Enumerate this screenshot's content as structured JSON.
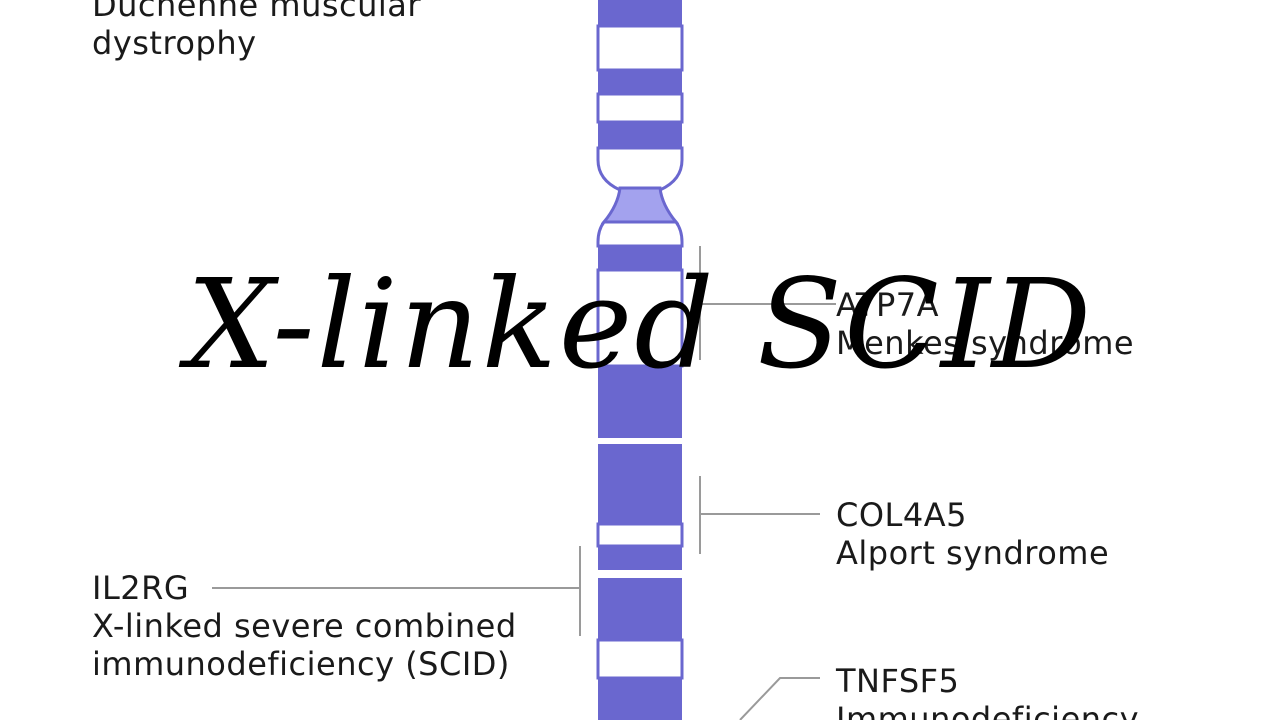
{
  "overlay_title": "X-linked SCID",
  "colors": {
    "chromosome_band_dark": "#6a67cf",
    "chromosome_band_light": "#ffffff",
    "centromere": "#a3a2ee",
    "outline": "#6a67cf",
    "leader_line": "#9a9a9a",
    "text": "#1a1a1a"
  },
  "labels": {
    "dmd": {
      "lines": [
        "Duchenne muscular",
        "dystrophy"
      ]
    },
    "atp7a": {
      "gene": "ATP7A",
      "disease": "Menkes syndrome"
    },
    "col4a5": {
      "gene": "COL4A5",
      "disease": "Alport syndrome"
    },
    "il2rg": {
      "gene": "IL2RG",
      "disease_line1": "X-linked severe combined",
      "disease_line2": "immunodeficiency (SCID)"
    },
    "tnfsf5": {
      "gene": "TNFSF5",
      "disease_line1": "Immunodeficiency"
    }
  }
}
